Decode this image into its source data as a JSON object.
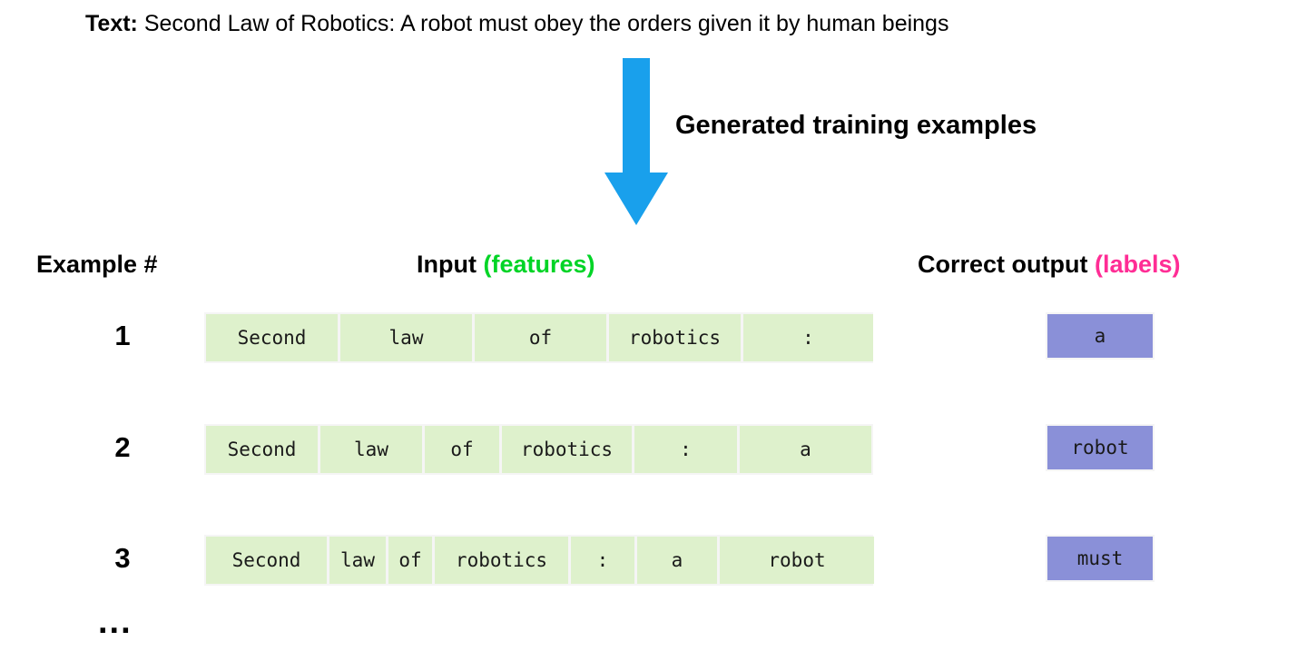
{
  "source": {
    "label": "Text:",
    "sentence": "Second Law of Robotics: A robot must obey the orders given it by human beings"
  },
  "arrow": {
    "icon": "down-arrow-icon",
    "color": "#19A0EC",
    "caption": "Generated training examples"
  },
  "headers": {
    "example": "Example #",
    "input_main": "Input",
    "input_accent": "(features)",
    "input_accent_color": "#00D426",
    "output_main": "Correct output",
    "output_accent": "(labels)",
    "output_accent_color": "#FF2D95"
  },
  "colors": {
    "feature_cell": "#DEF1CC",
    "label_cell": "#8A90D8",
    "row_gutter": "#F5F5F5"
  },
  "rows": [
    {
      "number": "1",
      "features": [
        "Second",
        "law",
        "of",
        "robotics",
        ":"
      ],
      "widths": [
        145,
        145,
        145,
        145,
        143
      ],
      "label": "a"
    },
    {
      "number": "2",
      "features": [
        "Second",
        "law",
        "of",
        "robotics",
        ":",
        "a"
      ],
      "widths": [
        123,
        112,
        82,
        143,
        113,
        145
      ],
      "label": "robot"
    },
    {
      "number": "3",
      "features": [
        "Second",
        "law",
        "of",
        "robotics",
        ":",
        "a",
        "robot"
      ],
      "widths": [
        133,
        62,
        48,
        147,
        70,
        88,
        170
      ],
      "label": "must"
    }
  ],
  "continuation": "..."
}
